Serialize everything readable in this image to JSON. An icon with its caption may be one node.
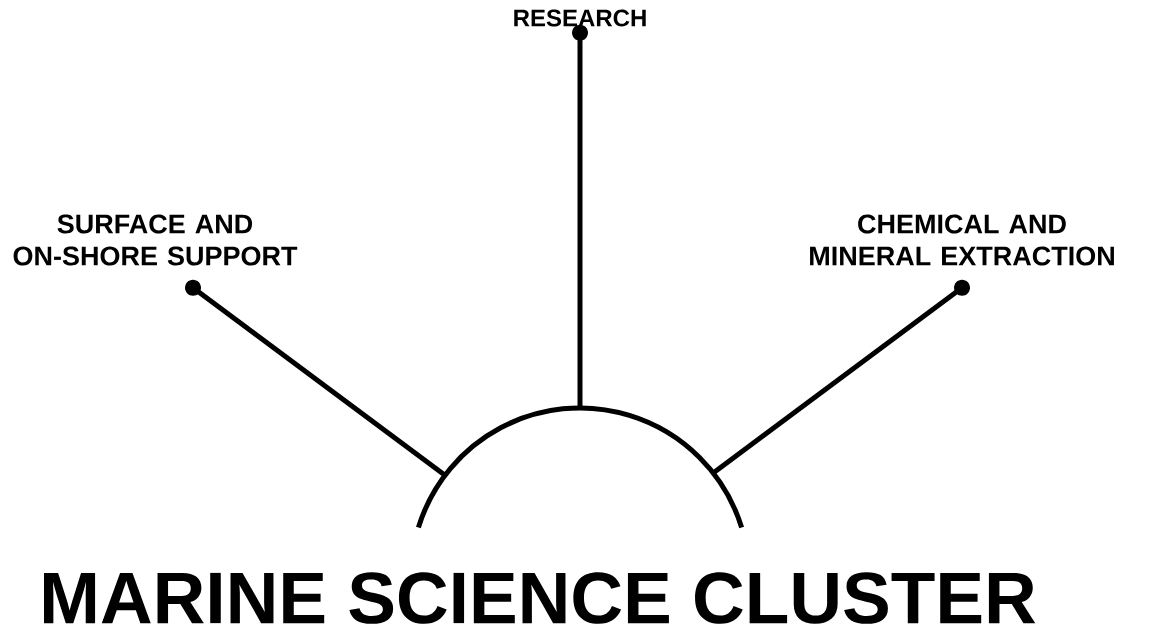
{
  "diagram": {
    "nodes": [
      {
        "text": [
          "RESEARCH"
        ]
      },
      {
        "text": [
          "SURFACE AND ON-SHORE SUPPORT"
        ]
      },
      {
        "text": [
          "CHEMICAL AND MINERAL EXTRACTION"
        ]
      },
      {
        "text": [
          "MARINE SCIENCE CLUSTER"
        ]
      }
    ],
    "edges": [
      {
        "from": 3,
        "to": 1,
        "arrow": "other"
      },
      {
        "from": 3,
        "to": 0,
        "arrow": "other"
      },
      {
        "from": 3,
        "to": 2,
        "arrow": "other"
      }
    ]
  }
}
